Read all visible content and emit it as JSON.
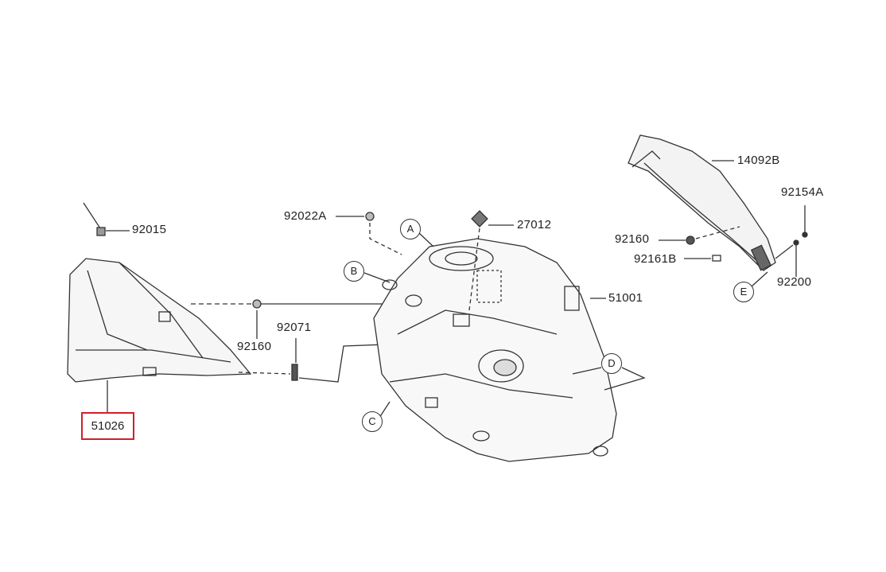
{
  "parts": {
    "p92015": "92015",
    "p92022A": "92022A",
    "p27012": "27012",
    "p14092B": "14092B",
    "p92154A": "92154A",
    "p92160_right": "92160",
    "p92161B": "92161B",
    "p92200": "92200",
    "p51001": "51001",
    "p92160_left": "92160",
    "p92071": "92071",
    "p51026": "51026"
  },
  "callouts": {
    "a": "A",
    "b": "B",
    "c": "C",
    "d": "D",
    "e": "E"
  },
  "highlight_color": "#d01f2b"
}
